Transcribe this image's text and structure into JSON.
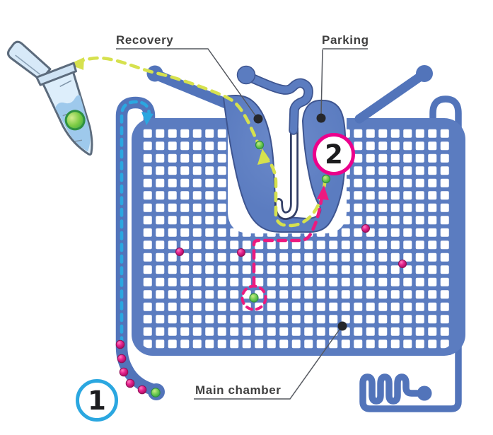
{
  "annotations": {
    "recovery": "Recovery",
    "parking": "Parking",
    "main_chamber": "Main chamber"
  },
  "step_markers": [
    {
      "label": "1",
      "ring_color": "#2ba7e0"
    },
    {
      "label": "2",
      "ring_color": "#ec008c"
    }
  ],
  "colors": {
    "chip_blue": "#5b7cc0",
    "channel_blue": "#5274ba",
    "inlet_flow_cyan": "#2ba7e0",
    "recovery_path_yellow": "#d6e14e",
    "parking_path_pink": "#ec1a7f",
    "cell_magenta": "#d4006f",
    "cell_green": "#44b04a",
    "label_text": "#3f3f3f"
  }
}
